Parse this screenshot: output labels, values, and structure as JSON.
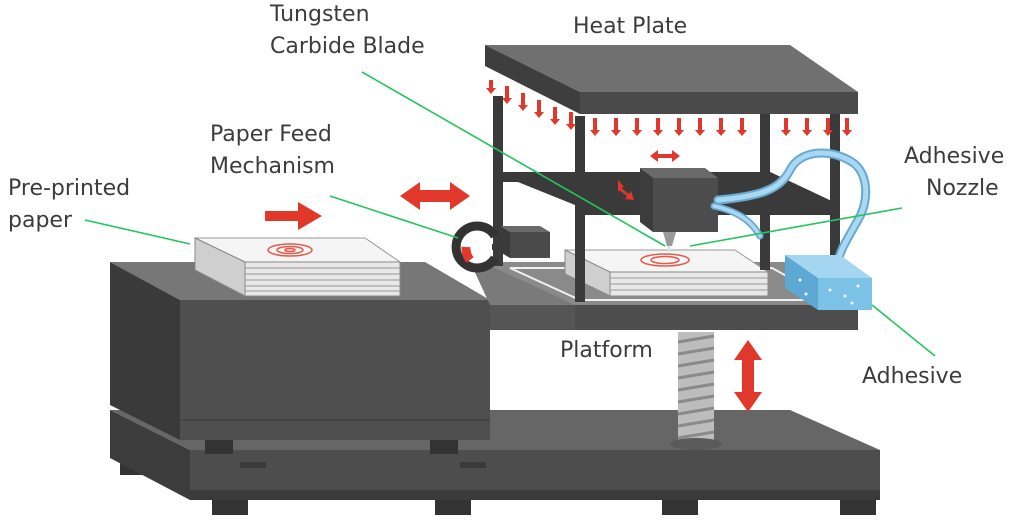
{
  "diagram": {
    "labels": {
      "tungsten_line1": "Tungsten",
      "tungsten_line2": "Carbide Blade",
      "heat_plate": "Heat Plate",
      "paper_feed_line1": "Paper Feed",
      "paper_feed_line2": "Mechanism",
      "preprinted_line1": "Pre-printed",
      "preprinted_line2": "paper",
      "nozzle_line1": "Adhesive",
      "nozzle_line2": "Nozzle",
      "platform": "Platform",
      "adhesive": "Adhesive"
    },
    "colors": {
      "machine_dark": "#444444",
      "machine_mid": "#555555",
      "machine_light": "#6b6b6b",
      "arrow_red": "#e0392b",
      "leader_green": "#22c55e",
      "tube_blue": "#8ec9ec",
      "tank_blue": "#7cc1e6",
      "paper": "#f5f5f5",
      "print_mark": "#e25b4b"
    },
    "icons": [
      "red-arrow-icon",
      "magnet-icon",
      "heat-arrows-icon",
      "adhesive-tube-icon"
    ]
  }
}
